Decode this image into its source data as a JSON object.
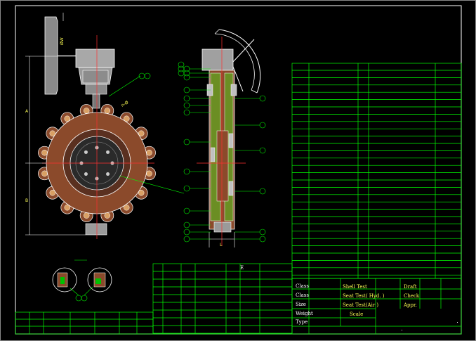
{
  "title_block": {
    "left_labels": [
      "Class",
      "Class",
      "Size",
      "Weight",
      "Type"
    ],
    "test_labels": [
      "Shell Test",
      "Seat Test( Hyd. )",
      "Seat Test(Air )",
      "Scale"
    ],
    "approval_labels": [
      "Draft",
      "Check",
      "Appr."
    ]
  },
  "table_marker": "E",
  "dimension_labels": {
    "overall_a": "A",
    "overall_b": "B",
    "face_to_face": "L",
    "handwheel": "ØW",
    "top_flange": "n-Ø"
  },
  "colors": {
    "frame": "#ffffff",
    "grid": "#00ff00",
    "outline": "#ffffff",
    "centerline": "#ff3030",
    "body_fill": "#a0522d",
    "gear_fill": "#b0b0b0"
  }
}
